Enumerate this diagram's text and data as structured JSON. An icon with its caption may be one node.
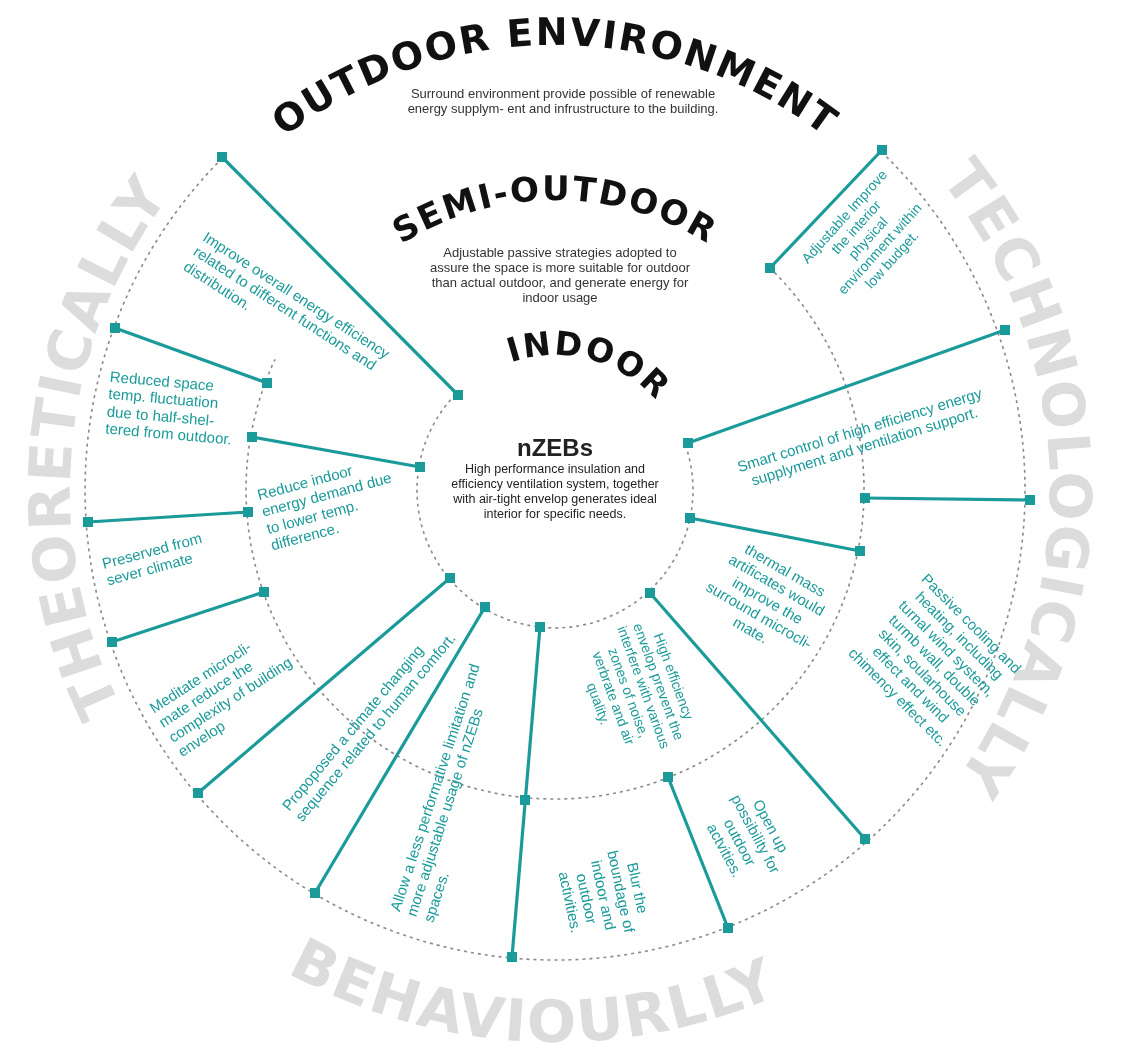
{
  "diagram": {
    "nodes": [
      {
        "text": [
          "nZEBs",
          "High performance insulation and efficiency ventilation system, together with air-tight envelop generates ideal interior for specific needs."
        ]
      }
    ],
    "labels": [
      "OUTDOOR ENVIRONMENT",
      "Surround environment provide possible of renewable energy supplym- ent and infrustructure to the building.",
      "SEMI-OUTDOOR",
      "Adjustable passive strategies adopted to assure the space is more suitable for outdoor than actual outdoor, and generate energy for indoor usage",
      "INDOOR",
      "Improve overall energy efficiency related to different functions and distribution.",
      "Adjustable Improve the interior physical environment within low budget.",
      "Reduced space temp. fluctuation due to half-shel- tered from outdoor.",
      "Smart control of high efficiency energy supplyment and ventilation support.",
      "Reduce indoor energy demand due to lower temp. difference.",
      "Preserved from sever climate",
      "Passive cooling and heating, including turnal wind system, turmb wall, double skin, soularhouse effect and wind chimency effect etc.",
      "thermal mass artificates would improve the surround microcli- mate.",
      "Meditate microcli- mate reduce the complexity of building envelop",
      "High efficiency envelop prevent the interfere with various zones of noise, verbrate and air quality.",
      "Propoposed a climate changing sequence related to human comfort.",
      "Allow a less performative limitation and more adjustable usage of nZEBs spaces.",
      "Open up possibility for outdoor actvities.",
      "Blur the boundage of indoor and outdoor activities.",
      "THEORETICALLY",
      "TECHNOLOGICALLY",
      "BEHAVIOURLLY"
    ]
  }
}
